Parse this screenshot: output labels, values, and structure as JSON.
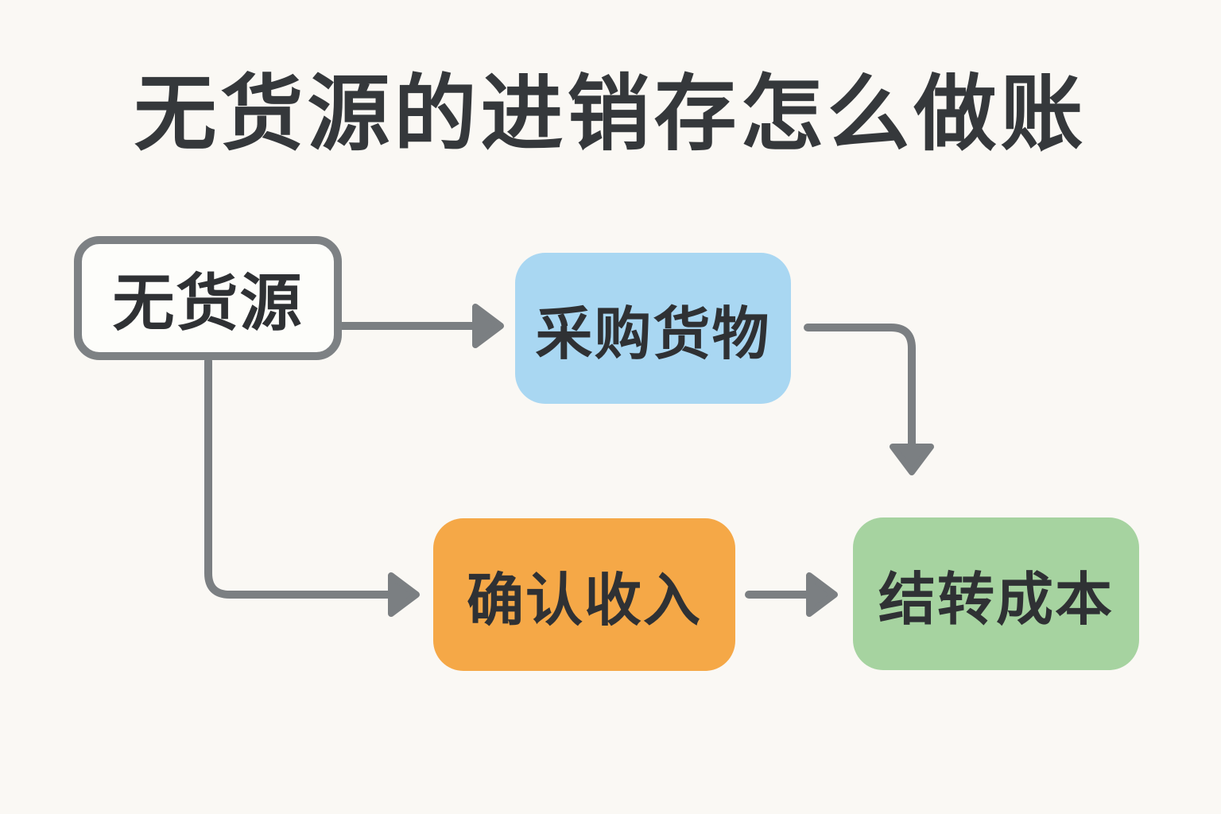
{
  "title": "无货源的进销存怎么做账",
  "nodes": [
    {
      "id": "source",
      "label": "无货源",
      "style": "outlined-white"
    },
    {
      "id": "purchase",
      "label": "采购货物",
      "style": "blue"
    },
    {
      "id": "revenue",
      "label": "确认收入",
      "style": "orange"
    },
    {
      "id": "cost",
      "label": "结转成本",
      "style": "green"
    }
  ],
  "edges": [
    {
      "from": "source",
      "to": "purchase",
      "shape": "straight-right"
    },
    {
      "from": "purchase",
      "to": "cost",
      "shape": "elbow-right-down"
    },
    {
      "from": "source",
      "to": "revenue",
      "shape": "elbow-down-right"
    },
    {
      "from": "revenue",
      "to": "cost",
      "shape": "straight-right"
    }
  ],
  "colors": {
    "bg": "#faf8f4",
    "line": "#7b7f82",
    "title-text": "#35383b",
    "node-text": "#2f3134",
    "blue": "#a9d7f2",
    "orange": "#f5a847",
    "green": "#a6d3a0",
    "outline-bg": "#fdfdfa",
    "outline-border": "#7d8184"
  }
}
